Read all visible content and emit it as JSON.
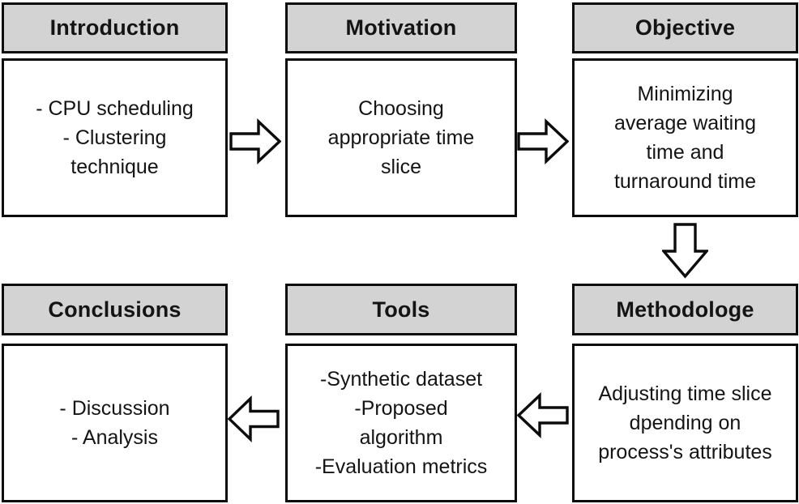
{
  "diagram": {
    "type": "flowchart",
    "colors": {
      "header_bg": "#d3d3d3",
      "border": "#0c0c0c",
      "text": "#141414",
      "background": "#ffffff"
    },
    "boxes": [
      {
        "id": "introduction",
        "title": "Introduction",
        "lines": [
          "- CPU scheduling",
          "- Clustering",
          "technique"
        ]
      },
      {
        "id": "motivation",
        "title": "Motivation",
        "lines": [
          "Choosing",
          "appropriate time",
          "slice"
        ]
      },
      {
        "id": "objective",
        "title": "Objective",
        "lines": [
          "Minimizing",
          "average waiting",
          "time and",
          "turnaround time"
        ]
      },
      {
        "id": "conclusions",
        "title": "Conclusions",
        "lines": [
          "- Discussion",
          "- Analysis"
        ]
      },
      {
        "id": "tools",
        "title": "Tools",
        "lines": [
          "-Synthetic dataset",
          "-Proposed",
          "algorithm",
          "-Evaluation metrics"
        ]
      },
      {
        "id": "methodologe",
        "title": "Methodologe",
        "lines": [
          "Adjusting time slice",
          "dpending on",
          "process's attributes"
        ]
      }
    ],
    "arrows": [
      {
        "name": "introduction-to-motivation",
        "direction": "right"
      },
      {
        "name": "motivation-to-objective",
        "direction": "right"
      },
      {
        "name": "objective-to-methodologe",
        "direction": "down"
      },
      {
        "name": "methodologe-to-tools",
        "direction": "left"
      },
      {
        "name": "tools-to-conclusions",
        "direction": "left"
      }
    ]
  }
}
